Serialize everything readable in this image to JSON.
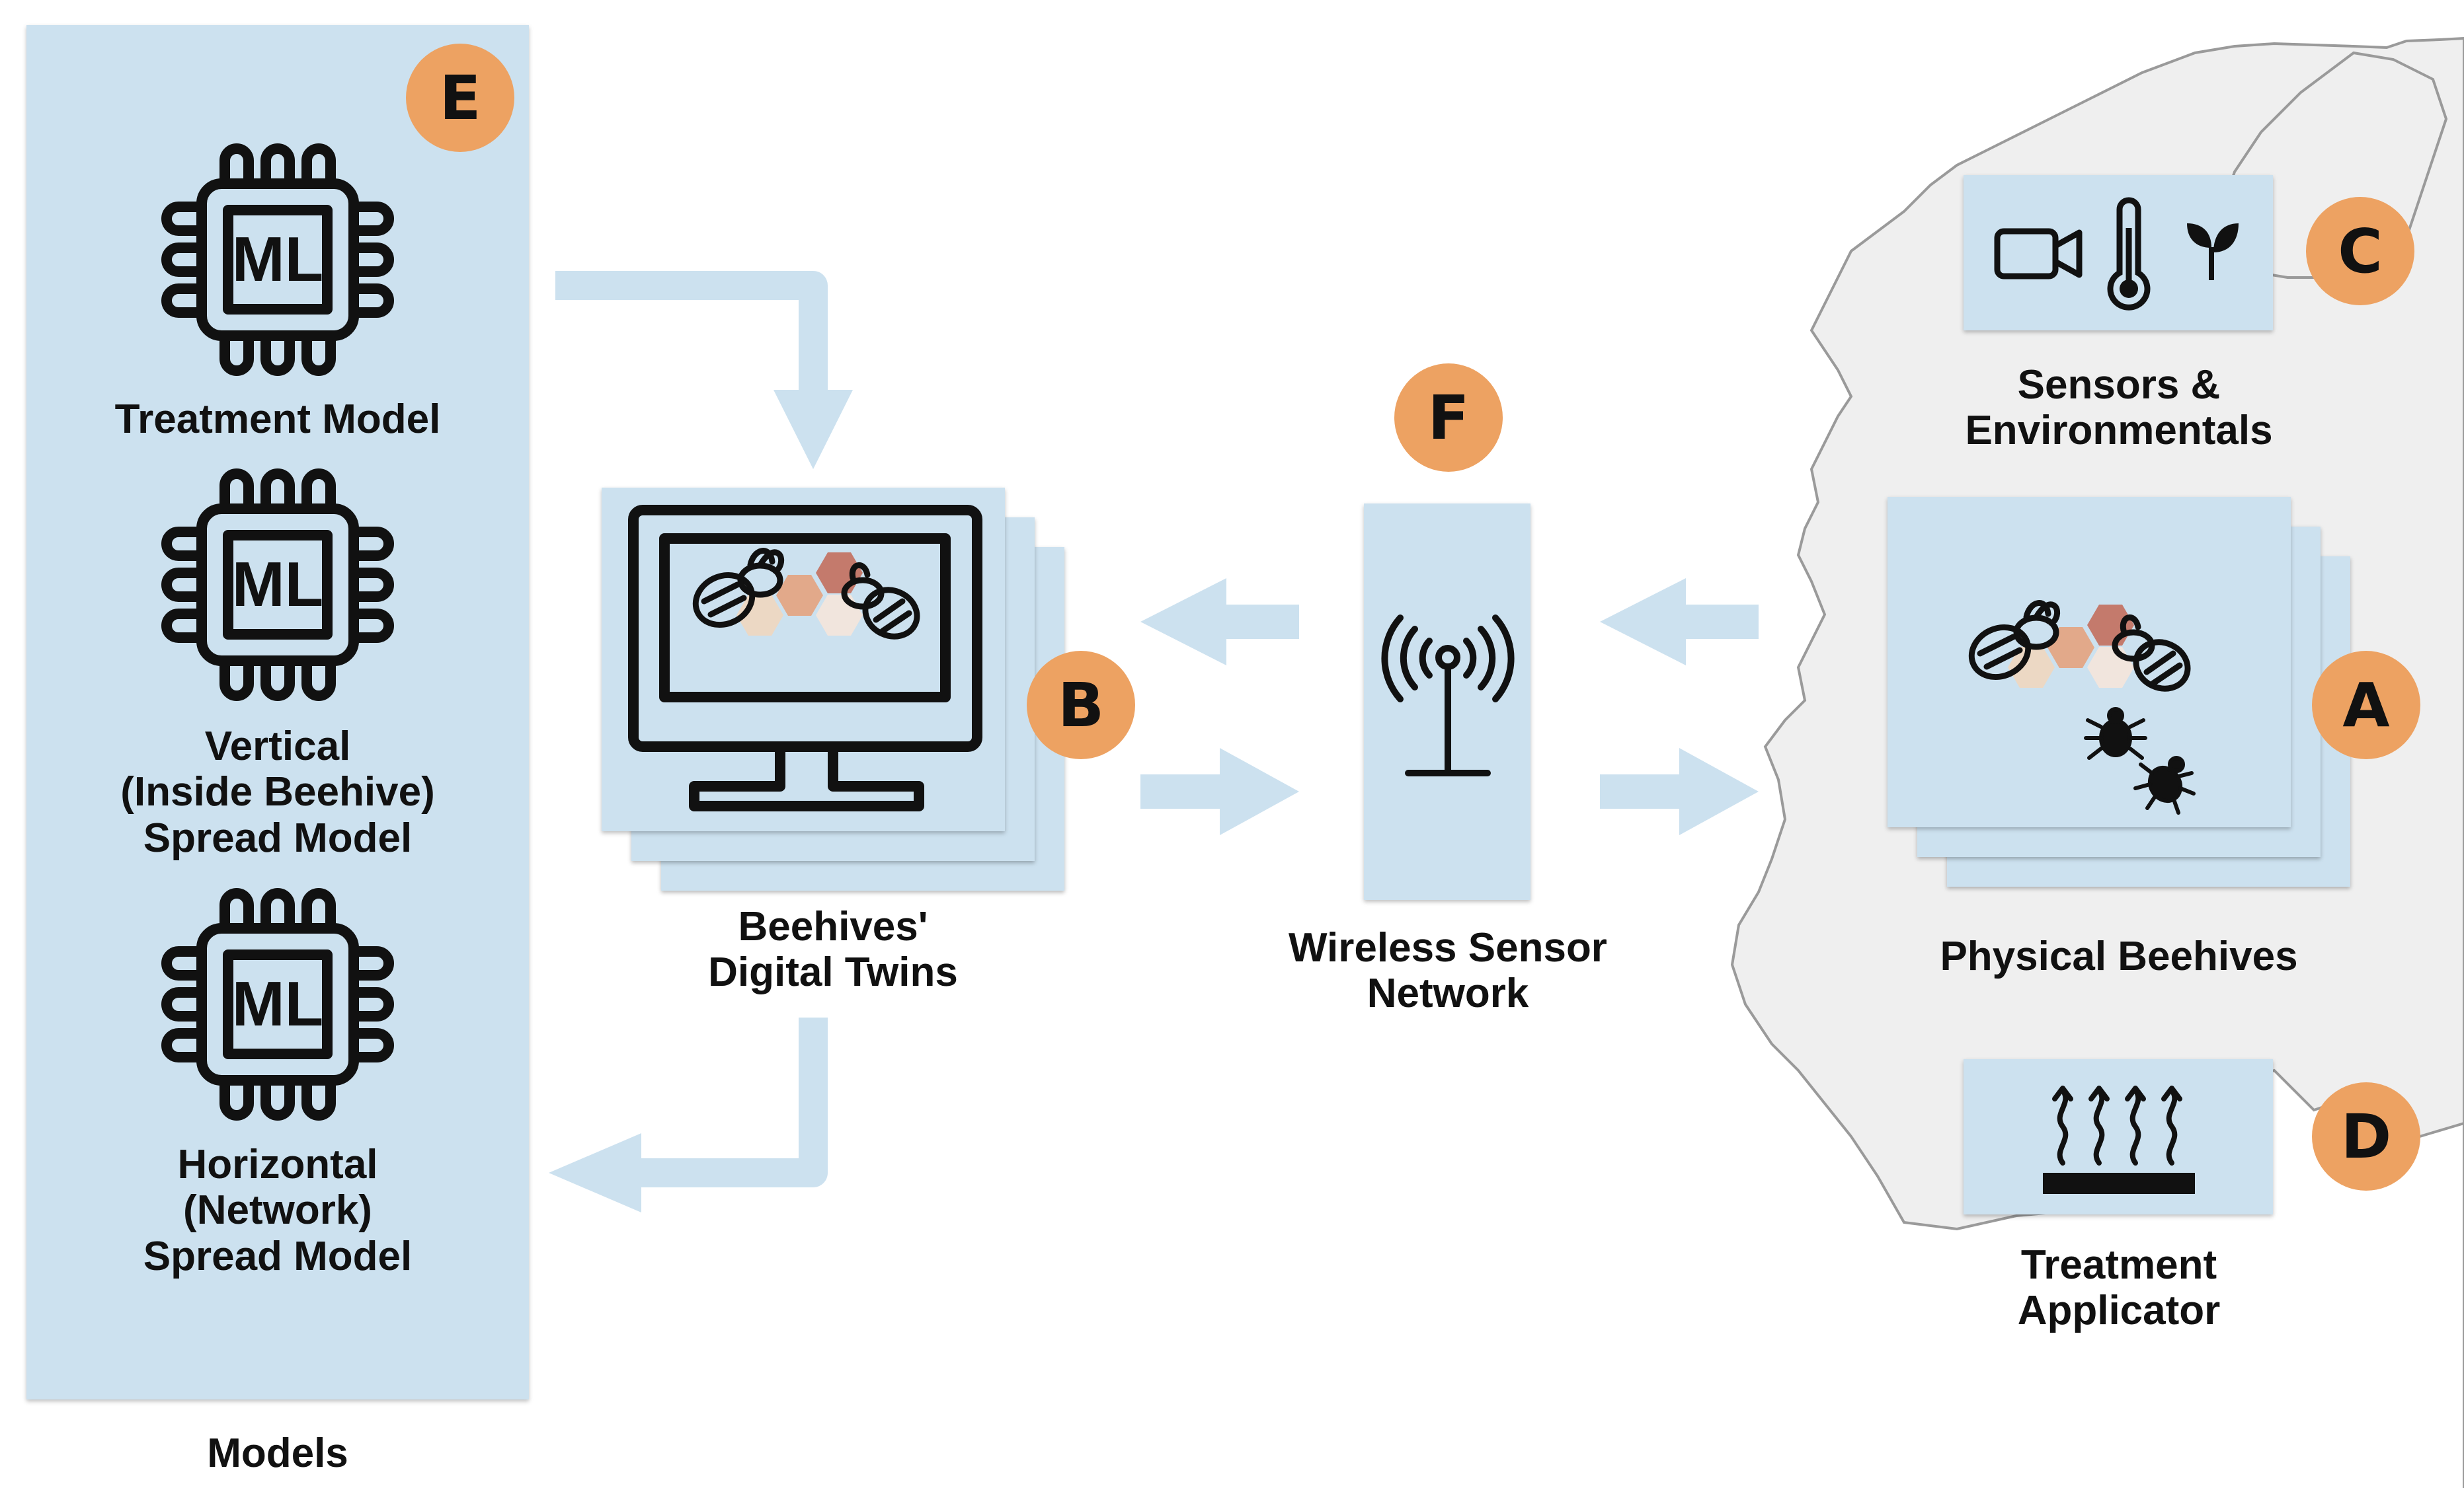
{
  "colors": {
    "panel": "#cce1ef",
    "badge": "#eda262",
    "arrow": "#cce1ef",
    "map": "#efefef",
    "hex_red": "#c47a6c",
    "hex_orange": "#e2a98a",
    "hex_beige": "#ecd8c4",
    "hex_light": "#f1e5dd"
  },
  "badges": {
    "a": "A",
    "b": "B",
    "c": "C",
    "d": "D",
    "e": "E",
    "f": "F"
  },
  "models": {
    "section_title": "Models",
    "chip_text": "ML",
    "treatment_model": "Treatment Model",
    "vertical_model": "Vertical\n(Inside Beehive)\nSpread Model",
    "horizontal_model": "Horizontal\n(Network)\nSpread Model"
  },
  "digital_twins": {
    "label": "Beehives'\nDigital Twins"
  },
  "network": {
    "label": "Wireless Sensor\nNetwork"
  },
  "sensors": {
    "label": "Sensors &\nEnvironmentals"
  },
  "physical": {
    "label": "Physical Beehives"
  },
  "applicator": {
    "label": "Treatment\nApplicator"
  },
  "icons": [
    "chip-icon",
    "monitor-icon",
    "bee-icon",
    "hexagon-icon",
    "antenna-icon",
    "camera-icon",
    "thermometer-icon",
    "sprout-icon",
    "mite-icon",
    "heat-waves-icon"
  ]
}
